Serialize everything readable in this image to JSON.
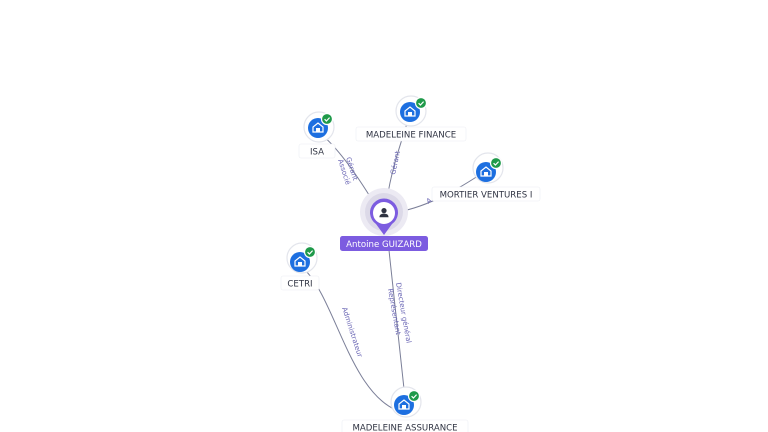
{
  "colors": {
    "company_node": "#1d6fe0",
    "verified_check": "#1f9a4a",
    "person_accent": "#7c5ce0",
    "edge_line": "#7b7f98",
    "edge_label": "#6b67b5"
  },
  "person": {
    "name": "Antoine GUIZARD",
    "icon": "person-icon"
  },
  "companies": [
    {
      "id": "isa",
      "name": "ISA",
      "icon": "building-icon",
      "verified": true
    },
    {
      "id": "madeleine-finance",
      "name": "MADELEINE FINANCE",
      "icon": "building-icon",
      "verified": true
    },
    {
      "id": "mortier-ventures",
      "name": "MORTIER VENTURES I",
      "icon": "building-icon",
      "verified": true
    },
    {
      "id": "cetri",
      "name": "CETRI",
      "icon": "building-icon",
      "verified": true
    },
    {
      "id": "madeleine-assurance",
      "name": "MADELEINE ASSURANCE",
      "icon": "building-icon",
      "verified": true
    }
  ],
  "relations": [
    {
      "to": "isa",
      "labels": [
        "Gérant",
        "Associé"
      ]
    },
    {
      "to": "madeleine-finance",
      "labels": [
        "Gérant"
      ]
    },
    {
      "to": "mortier-ventures",
      "labels": [
        "A"
      ]
    },
    {
      "to": "madeleine-assurance",
      "labels": [
        "Directeur général",
        "Représentant"
      ]
    },
    {
      "from": "cetri",
      "to": "madeleine-assurance",
      "labels": [
        "Administrateur"
      ]
    }
  ]
}
